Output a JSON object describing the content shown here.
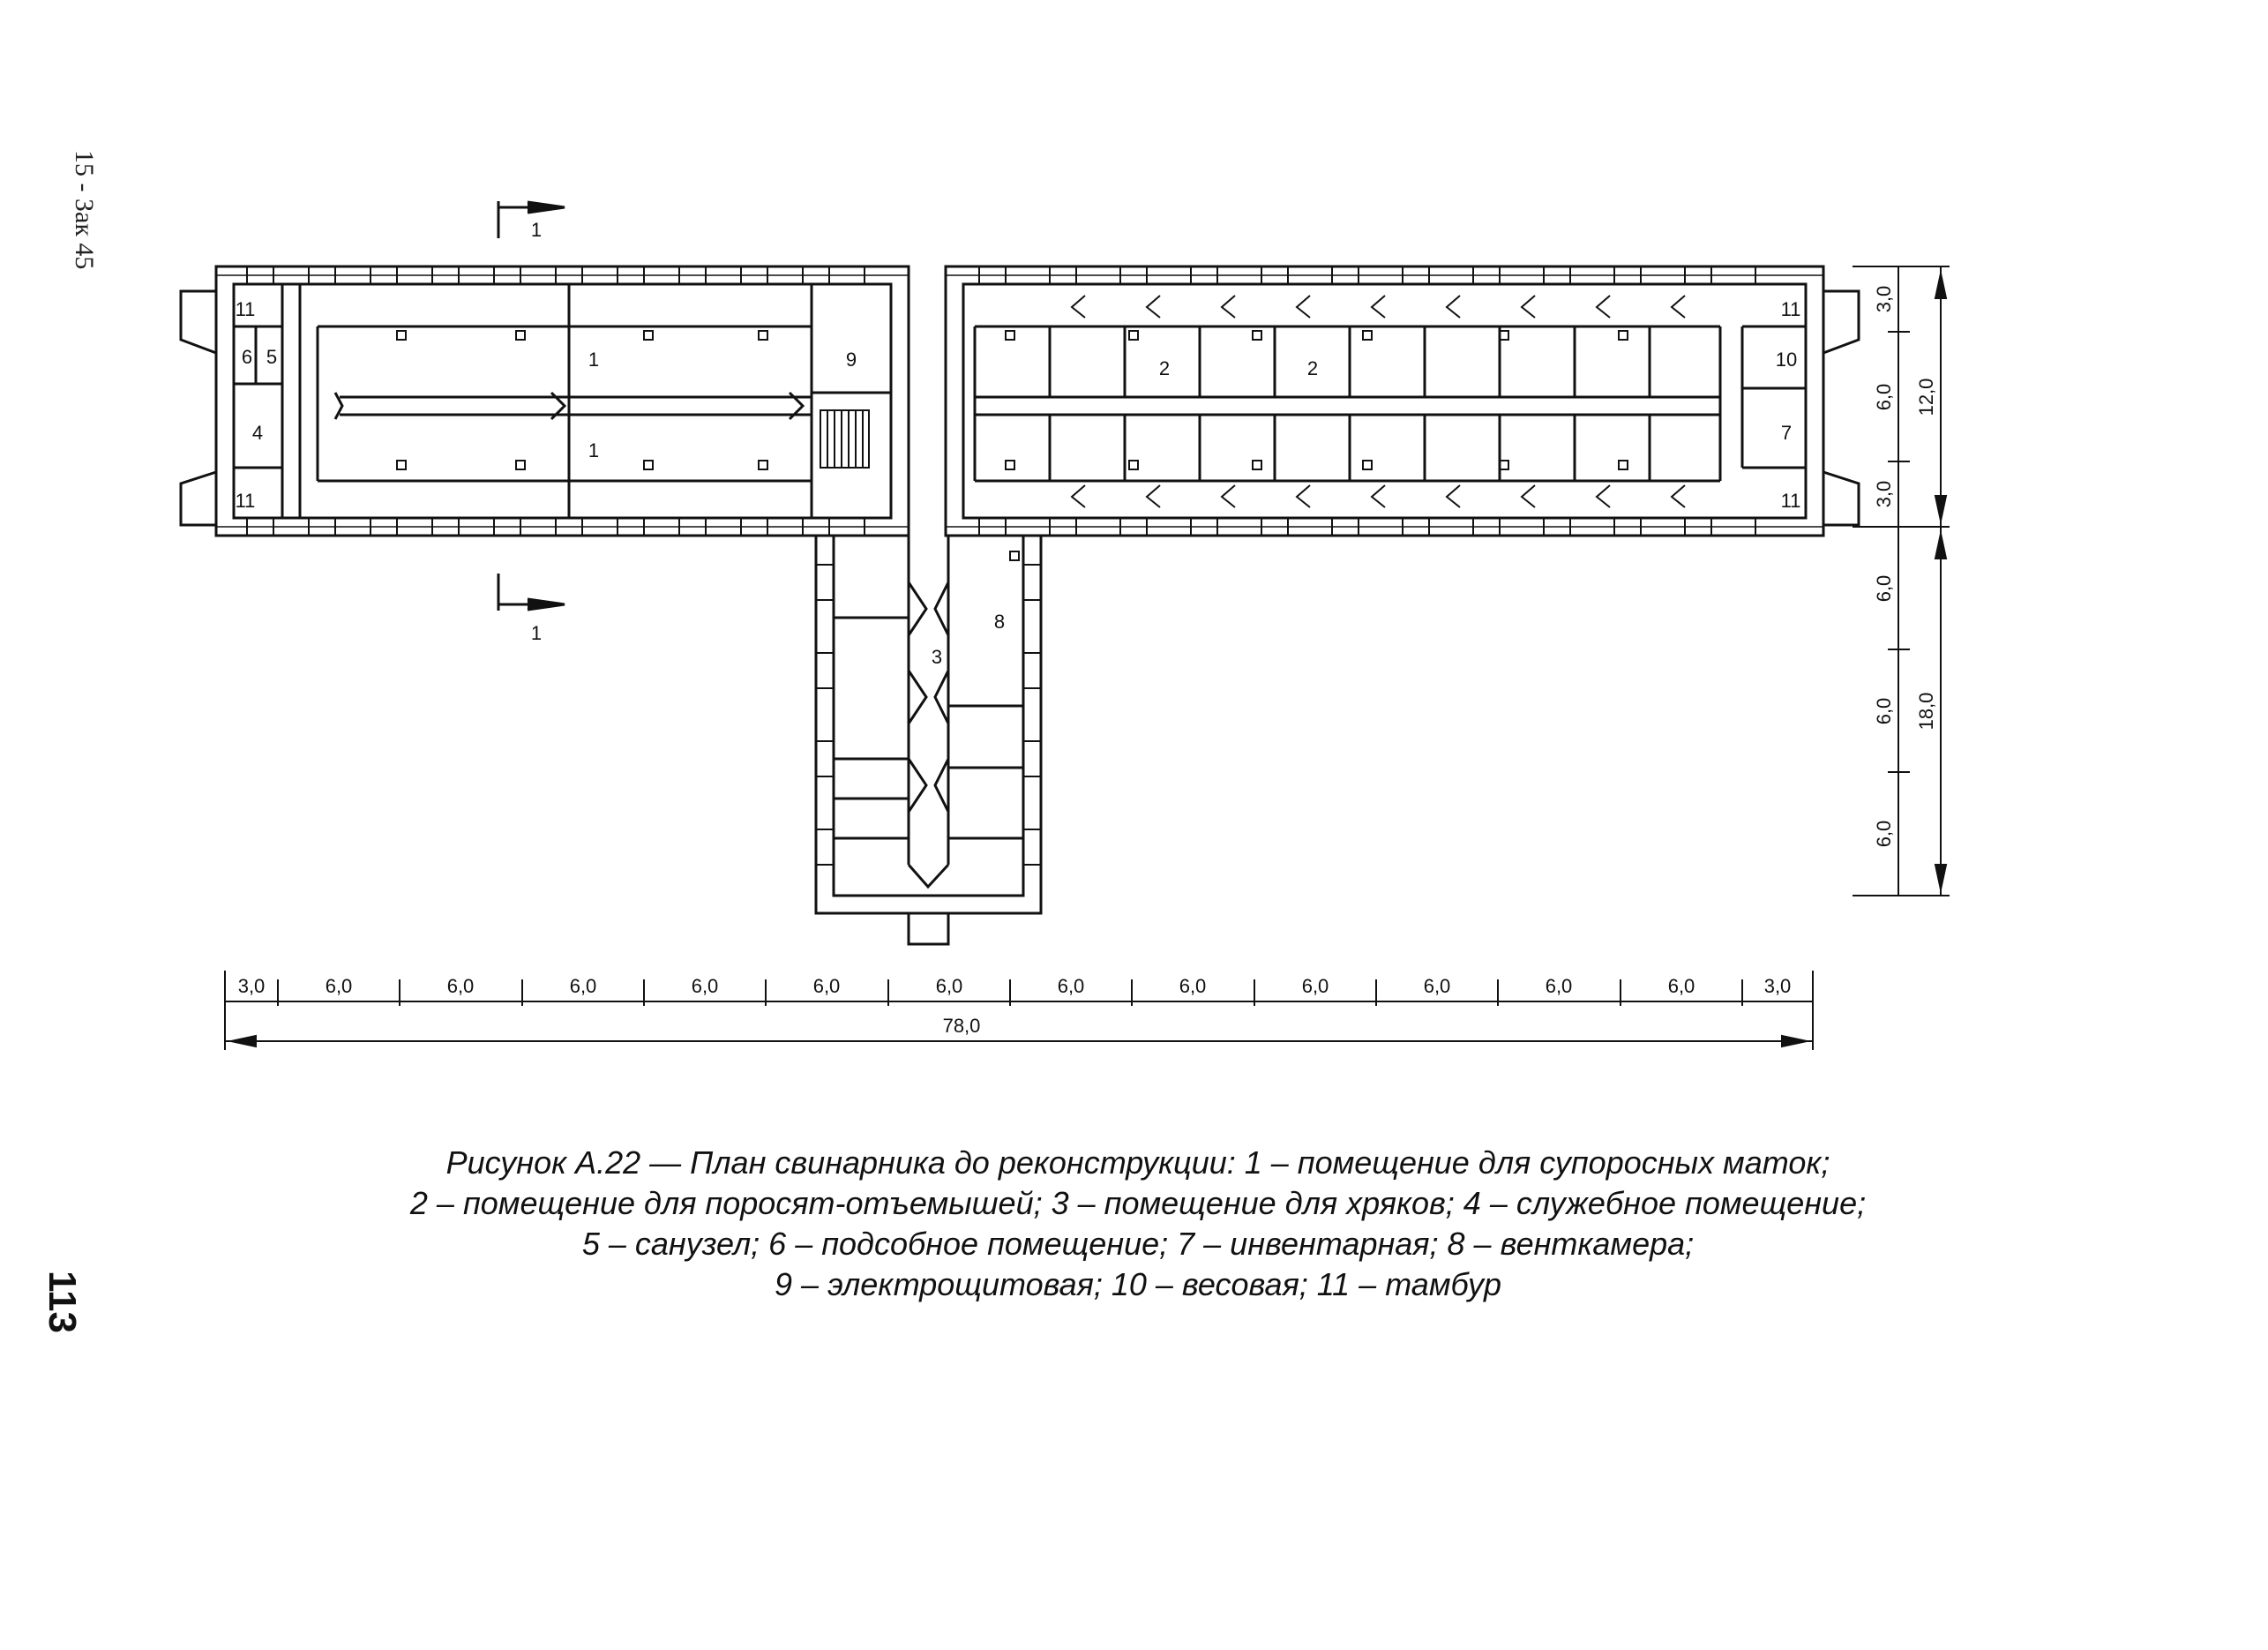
{
  "margin_note": "15 - Зак 45",
  "page_number": "113",
  "section_marker": "1",
  "room_labels": {
    "r1": "1",
    "r2": "2",
    "r3": "3",
    "r4": "4",
    "r5": "5",
    "r6": "6",
    "r7": "7",
    "r8": "8",
    "r9": "9",
    "r10": "10",
    "r11": "11"
  },
  "dimensions": {
    "bottom_segments": [
      "3,0",
      "6,0",
      "6,0",
      "6,0",
      "6,0",
      "6,0",
      "6,0",
      "6,0",
      "6,0",
      "6,0",
      "6,0",
      "6,0",
      "6,0",
      "3,0"
    ],
    "bottom_total": "78,0",
    "right_upper_segments": [
      "3,0",
      "6,0",
      "3,0"
    ],
    "right_upper_total": "12,0",
    "right_lower_segments": [
      "6,0",
      "6,0",
      "6,0"
    ],
    "right_lower_total": "18,0"
  },
  "caption": {
    "line1": "Рисунок А.22 — План свинарника до реконструкции:  1 – помещение для супоросных маток;",
    "line2": "2 – помещение для поросят-отъемышей; 3 – помещение для хряков; 4 – служебное помещение;",
    "line3": "5 – санузел; 6 – подсобное помещение; 7 – инвентарная; 8 – венткамера;",
    "line4": "9 – электрощитовая; 10 – весовая; 11 – тамбур"
  }
}
